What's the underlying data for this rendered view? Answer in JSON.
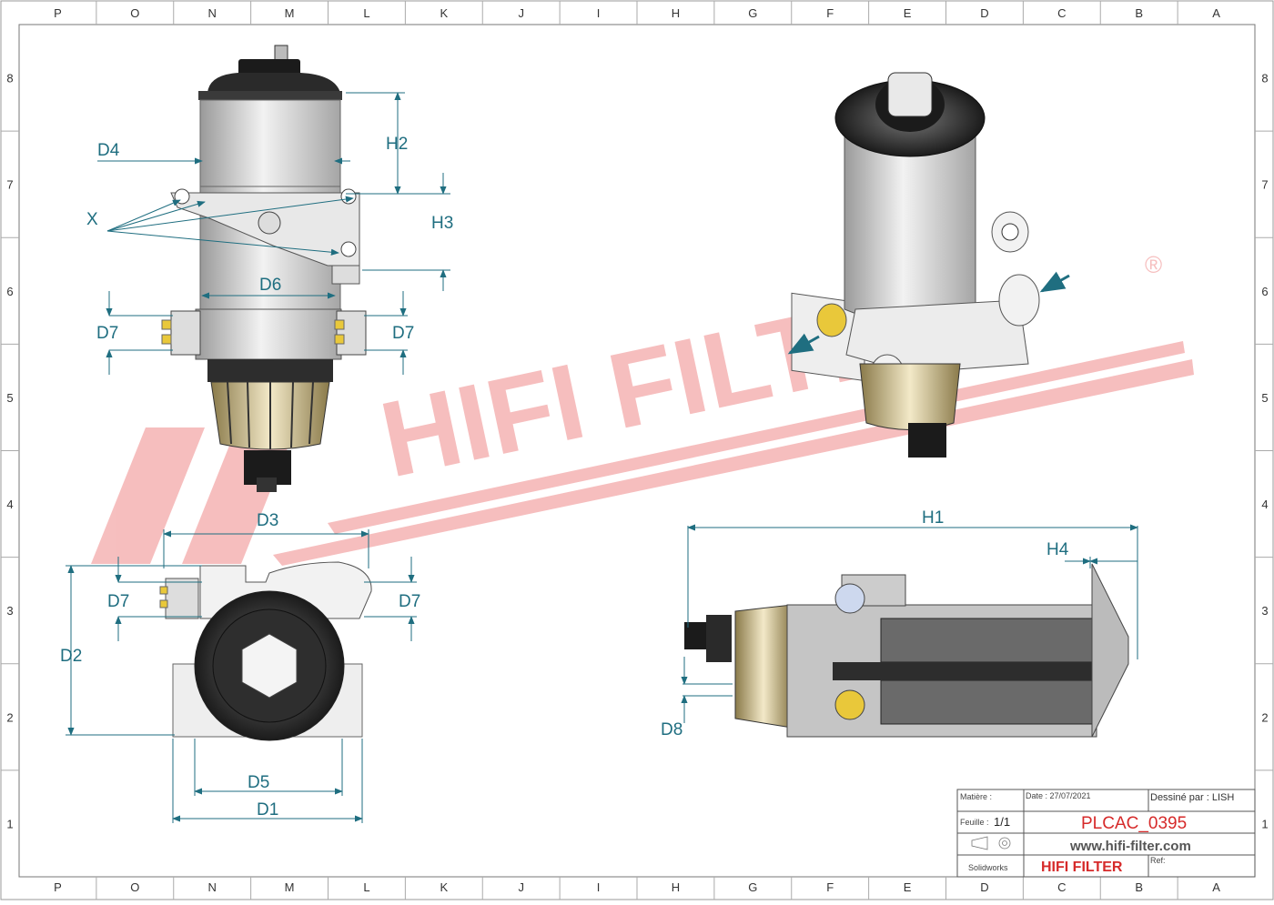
{
  "grid": {
    "columns": [
      "P",
      "O",
      "N",
      "M",
      "L",
      "K",
      "J",
      "I",
      "H",
      "G",
      "F",
      "E",
      "D",
      "C",
      "B",
      "A"
    ],
    "rows_left": [
      "8",
      "7",
      "6",
      "5",
      "4",
      "3",
      "2",
      "1"
    ],
    "rows_right": [
      "8",
      "7",
      "6",
      "5",
      "4",
      "3",
      "2",
      "1"
    ]
  },
  "watermark": {
    "text": "HIFI FILTER",
    "registered": "®",
    "color": "#f3a9a9"
  },
  "dimensions": {
    "d4": "D4",
    "x": "X",
    "h2": "H2",
    "h3": "H3",
    "d6": "D6",
    "d7_left": "D7",
    "d7_right": "D7",
    "d3": "D3",
    "d7_bottom_left": "D7",
    "d7_bottom_right": "D7",
    "d2": "D2",
    "d5": "D5",
    "d1": "D1",
    "h1": "H1",
    "h4": "H4",
    "d8": "D8"
  },
  "title_block": {
    "matiere_label": "Matière :",
    "date_label": "Date : 27/07/2021",
    "dessine_label": "Dessiné par : LISH",
    "feuille_label": "Feuille :",
    "feuille_value": "1/1",
    "part_number": "PLCAC_0395",
    "website": "www.hifi-filter.com",
    "software": "Solidworks",
    "brand": "HIFI FILTER",
    "ref_label": "Ref:"
  },
  "colors": {
    "dimension": "#1f6e80",
    "part_number": "#d62a2a",
    "brand": "#d62a2a"
  }
}
